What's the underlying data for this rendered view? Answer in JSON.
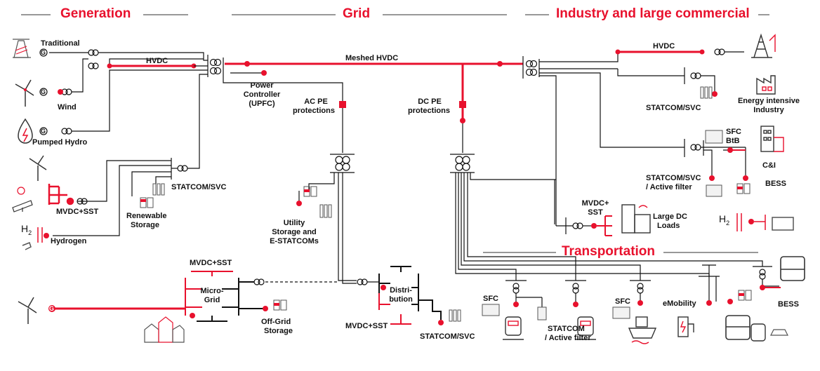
{
  "colors": {
    "accent": "#e8112d",
    "line": "#111111",
    "grey": "#777777"
  },
  "sections": {
    "generation": "Generation",
    "grid": "Grid",
    "industry": "Industry and large commercial",
    "transportation": "Transportation"
  },
  "labels": {
    "traditional": "Traditional",
    "wind": "Wind",
    "pumped_hydro": "Pumped Hydro",
    "hvdc_gen": "HVDC",
    "mvdc_sst_gen": "MVDC+SST",
    "renewable_storage_1": "Renewable",
    "renewable_storage_2": "Storage",
    "hydrogen": "Hydrogen",
    "h2": "H",
    "h2_sub": "2",
    "statcom_gen": "STATCOM/SVC",
    "meshed_hvdc": "Meshed HVDC",
    "power_controller_1": "Power",
    "power_controller_2": "Controller",
    "power_controller_3": "(UPFC)",
    "ac_pe_1": "AC PE",
    "ac_pe_2": "protections",
    "dc_pe_1": "DC PE",
    "dc_pe_2": "protections",
    "utility_1": "Utility",
    "utility_2": "Storage and",
    "utility_3": "E-STATCOMs",
    "hvdc_ind": "HVDC",
    "energy_intensive_1": "Energy intensive",
    "energy_intensive_2": "Industry",
    "statcom_ind": "STATCOM/SVC",
    "sfc_btb_1": "SFC",
    "sfc_btb_2": "BtB",
    "ci": "C&I",
    "statcom_af_1": "STATCOM/SVC",
    "statcom_af_2": "/ Active filter",
    "bess_ind": "BESS",
    "mvdc_sst_ind_1": "MVDC+",
    "mvdc_sst_ind_2": "SST",
    "large_dc_1": "Large DC",
    "large_dc_2": "Loads",
    "mvdc_sst_mg": "MVDC+SST",
    "microgrid_1": "Micro-",
    "microgrid_2": "Grid",
    "offgrid_1": "Off-Grid",
    "offgrid_2": "Storage",
    "distribution_1": "Distri-",
    "distribution_2": "bution",
    "mvdc_sst_dist": "MVDC+SST",
    "statcom_dist": "STATCOM/SVC",
    "sfc_1": "SFC",
    "statcom_af_t1": "STATCOM",
    "statcom_af_t2": "/ Active filter",
    "sfc_2": "SFC",
    "emobility": "eMobility",
    "bess_t": "BESS",
    "generator_symbol": "G"
  }
}
